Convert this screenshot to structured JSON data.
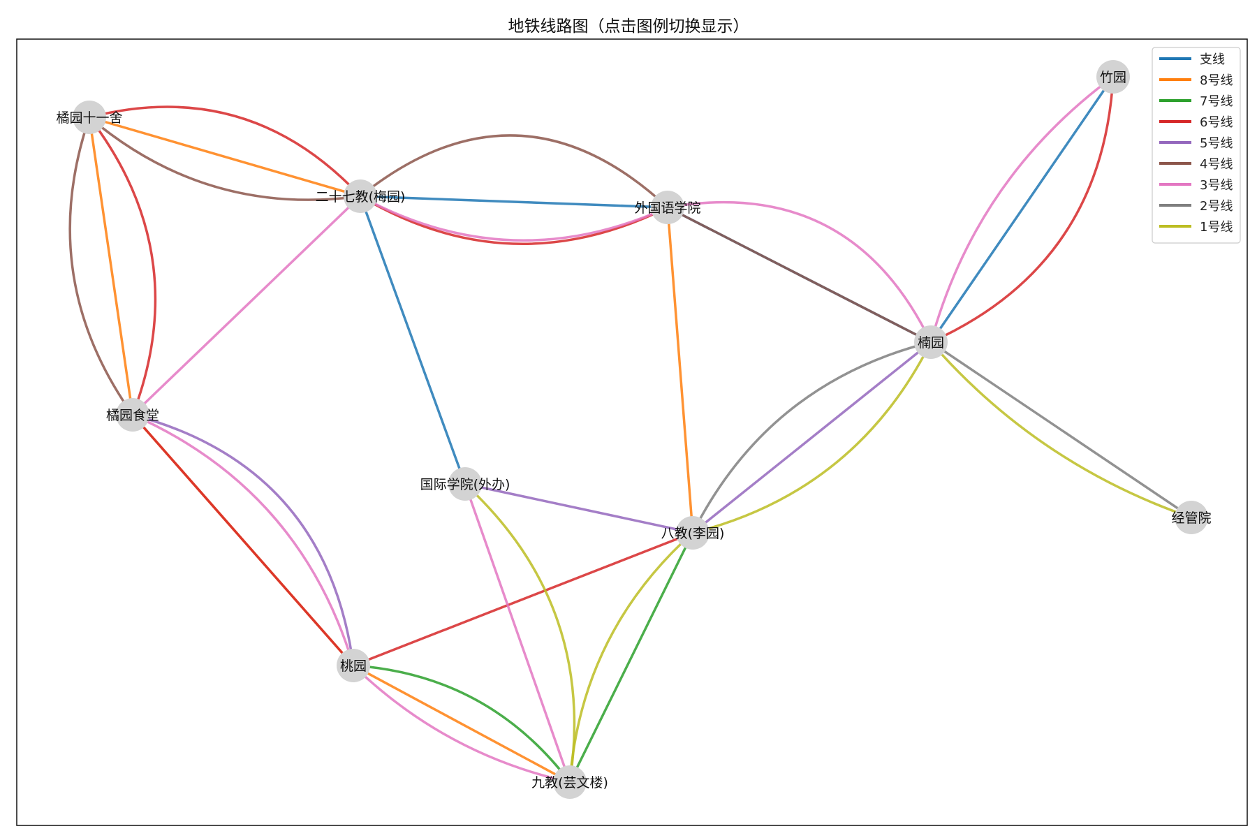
{
  "title": "地铁线路图（点击图例切换显示）",
  "chart_data": {
    "type": "network",
    "title": "地铁线路图（点击图例切换显示）",
    "legend_position": "top-right",
    "legend": [
      {
        "key": "zx",
        "label": "支线",
        "color": "#1f77b4"
      },
      {
        "key": "l8",
        "label": "8号线",
        "color": "#ff7f0e"
      },
      {
        "key": "l7",
        "label": "7号线",
        "color": "#2ca02c"
      },
      {
        "key": "l6",
        "label": "6号线",
        "color": "#d62728"
      },
      {
        "key": "l5",
        "label": "5号线",
        "color": "#9467bd"
      },
      {
        "key": "l4",
        "label": "4号线",
        "color": "#8c564b"
      },
      {
        "key": "l3",
        "label": "3号线",
        "color": "#e377c2"
      },
      {
        "key": "l2",
        "label": "2号线",
        "color": "#7f7f7f"
      },
      {
        "key": "l1",
        "label": "1号线",
        "color": "#bcbd22"
      }
    ],
    "stations": [
      {
        "id": "juyuan11",
        "label": "橘园十一舍"
      },
      {
        "id": "j27",
        "label": "二十七教(梅园)"
      },
      {
        "id": "wgy",
        "label": "外国语学院"
      },
      {
        "id": "zhuyuan",
        "label": "竹园"
      },
      {
        "id": "nanyuan",
        "label": "楠园"
      },
      {
        "id": "jyst",
        "label": "橘园食堂"
      },
      {
        "id": "gjxy",
        "label": "国际学院(外办)"
      },
      {
        "id": "j8",
        "label": "八教(李园)"
      },
      {
        "id": "jgy",
        "label": "经管院"
      },
      {
        "id": "taoyuan",
        "label": "桃园"
      },
      {
        "id": "j9",
        "label": "九教(芸文楼)"
      }
    ],
    "edges": [
      {
        "from": "j27",
        "to": "wgy",
        "line": "zx"
      },
      {
        "from": "wgy",
        "to": "nanyuan",
        "line": "zx"
      },
      {
        "from": "nanyuan",
        "to": "zhuyuan",
        "line": "zx"
      },
      {
        "from": "j27",
        "to": "gjxy",
        "line": "zx"
      },
      {
        "from": "juyuan11",
        "to": "j27",
        "line": "l8"
      },
      {
        "from": "juyuan11",
        "to": "jyst",
        "line": "l8"
      },
      {
        "from": "wgy",
        "to": "j8",
        "line": "l8"
      },
      {
        "from": "jyst",
        "to": "taoyuan",
        "line": "l8"
      },
      {
        "from": "taoyuan",
        "to": "j9",
        "line": "l8"
      },
      {
        "from": "taoyuan",
        "to": "j9",
        "line": "l7"
      },
      {
        "from": "j9",
        "to": "j8",
        "line": "l7"
      },
      {
        "from": "juyuan11",
        "to": "j27",
        "line": "l6"
      },
      {
        "from": "juyuan11",
        "to": "jyst",
        "line": "l6"
      },
      {
        "from": "j27",
        "to": "wgy",
        "line": "l6"
      },
      {
        "from": "nanyuan",
        "to": "zhuyuan",
        "line": "l6"
      },
      {
        "from": "jyst",
        "to": "taoyuan",
        "line": "l6"
      },
      {
        "from": "taoyuan",
        "to": "j8",
        "line": "l6"
      },
      {
        "from": "gjxy",
        "to": "j8",
        "line": "l5"
      },
      {
        "from": "j8",
        "to": "nanyuan",
        "line": "l5"
      },
      {
        "from": "jyst",
        "to": "taoyuan",
        "line": "l5"
      },
      {
        "from": "juyuan11",
        "to": "jyst",
        "line": "l4"
      },
      {
        "from": "juyuan11",
        "to": "j27",
        "line": "l4"
      },
      {
        "from": "j27",
        "to": "wgy",
        "line": "l4"
      },
      {
        "from": "wgy",
        "to": "nanyuan",
        "line": "l4"
      },
      {
        "from": "jyst",
        "to": "j27",
        "line": "l3"
      },
      {
        "from": "j27",
        "to": "wgy",
        "line": "l3"
      },
      {
        "from": "wgy",
        "to": "nanyuan",
        "line": "l3"
      },
      {
        "from": "nanyuan",
        "to": "zhuyuan",
        "line": "l3"
      },
      {
        "from": "gjxy",
        "to": "j9",
        "line": "l3"
      },
      {
        "from": "taoyuan",
        "to": "j9",
        "line": "l3"
      },
      {
        "from": "jyst",
        "to": "taoyuan",
        "line": "l3"
      },
      {
        "from": "nanyuan",
        "to": "j8",
        "line": "l2"
      },
      {
        "from": "nanyuan",
        "to": "jgy",
        "line": "l2"
      },
      {
        "from": "nanyuan",
        "to": "jgy",
        "line": "l1"
      },
      {
        "from": "nanyuan",
        "to": "j8",
        "line": "l1"
      },
      {
        "from": "j8",
        "to": "j9",
        "line": "l1"
      },
      {
        "from": "j9",
        "to": "gjxy",
        "line": "l1"
      }
    ]
  }
}
